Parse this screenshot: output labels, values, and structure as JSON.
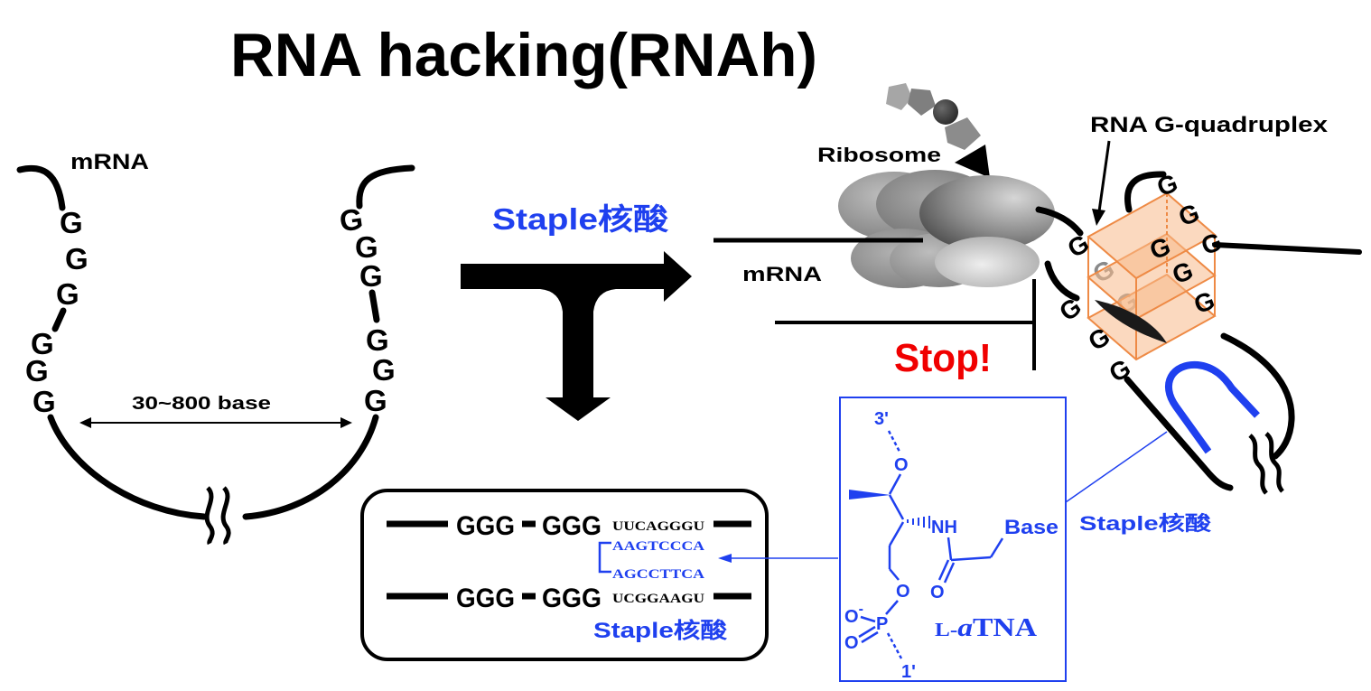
{
  "title": "RNA hacking(RNAh)",
  "colors": {
    "accent_blue": "#1f40ef",
    "stop_red": "#f00000",
    "quadruplex_orange": "#f7b98a",
    "quadruplex_edge": "#ee8a45"
  },
  "left_panel": {
    "mrna_label": "mRNA",
    "left_strand_g": [
      "G",
      "G",
      "G",
      "G",
      "G",
      "G"
    ],
    "right_strand_g": [
      "G",
      "G",
      "G",
      "G",
      "G",
      "G"
    ],
    "distance_label": "30~800 base"
  },
  "transition": {
    "staple_label": "Staple核酸"
  },
  "translation_panel": {
    "ribosome_label": "Ribosome",
    "mrna_label": "mRNA",
    "stop_label": "Stop!",
    "quadruplex_label": "RNA G-quadruplex",
    "quadruplex_g": [
      "G",
      "G",
      "G",
      "G",
      "G",
      "G",
      "G",
      "G",
      "G",
      "G",
      "G",
      "G"
    ],
    "staple_label": "Staple核酸"
  },
  "hybrid_box": {
    "strands": [
      {
        "g_block_1": "GGG",
        "g_block_2": "GGG",
        "tail": "UUCAGGGU"
      },
      {
        "g_block_1": "GGG",
        "g_block_2": "GGG",
        "tail": "UCGGAAGU"
      }
    ],
    "staple_sequences": [
      "AAGTCCCA",
      "AGCCTTCA"
    ],
    "staple_label": "Staple核酸"
  },
  "chemistry": {
    "three_prime": "3'",
    "oxygen_3prime": "O",
    "amide_nh": "NH",
    "base": "Base",
    "carbonyl_oxygen": "O",
    "oxygen_1prime": "O",
    "anion_oxygen": "O",
    "anion_charge": "-",
    "phosphorus": "P",
    "phosphoryl_oxygen": "O",
    "one_prime": "1'",
    "name_prefix": "L-",
    "name_italic": "a",
    "name_suffix": "TNA"
  }
}
